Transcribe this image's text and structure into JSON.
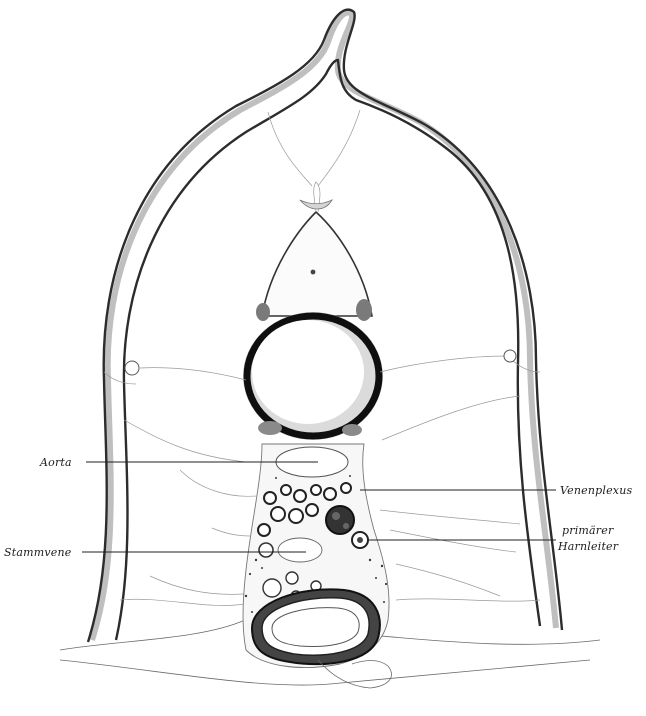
{
  "figure": {
    "background": "#ffffff",
    "ink": "#1c1c1c",
    "labels": {
      "aorta": "Aorta",
      "venenplexus": "Venenplexus",
      "stammvene": "Stammvene",
      "primaerer_line1": "primärer",
      "primaerer_line2": "Harnleiter"
    }
  }
}
